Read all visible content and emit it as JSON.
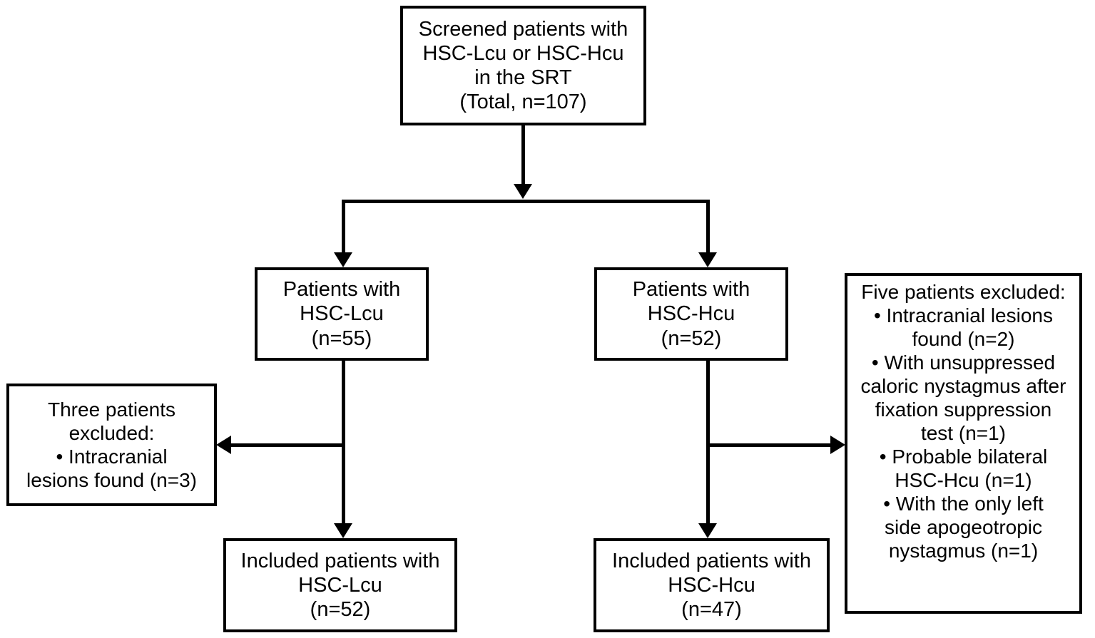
{
  "diagram": {
    "type": "flowchart",
    "title": "Patient screening and inclusion flow",
    "stroke_color": "#000000",
    "background_color": "#ffffff",
    "nodes": {
      "screened": {
        "text": "Screened patients with\nHSC-Lcu or HSC-Hcu\nin the SRT\n(Total, n=107)"
      },
      "lcu": {
        "text": "Patients with\nHSC-Lcu\n(n=55)"
      },
      "hcu": {
        "text": "Patients with\nHSC-Hcu\n(n=52)"
      },
      "excluded_left": {
        "text": "Three patients\nexcluded:\n• Intracranial\nlesions found (n=3)"
      },
      "excluded_right": {
        "text": "Five patients excluded:\n• Intracranial lesions\nfound (n=2)\n• With unsuppressed\ncaloric nystagmus after\nfixation suppression\ntest (n=1)\n• Probable bilateral\nHSC-Hcu (n=1)\n•  With the only left\nside apogeotropic\nnystagmus  (n=1)"
      },
      "included_lcu": {
        "text": "Included patients with\nHSC-Lcu\n(n=52)"
      },
      "included_hcu": {
        "text": "Included patients with\nHSC-Hcu\n(n=47)"
      }
    },
    "counts": {
      "total_screened": 107,
      "hsc_lcu_screened": 55,
      "hsc_hcu_screened": 52,
      "hsc_lcu_excluded": 3,
      "hsc_hcu_excluded": 5,
      "hsc_lcu_included": 52,
      "hsc_hcu_included": 47
    },
    "edges": [
      {
        "from": "screened",
        "to": "split",
        "direction": "down"
      },
      {
        "from": "split",
        "to": "lcu",
        "direction": "down"
      },
      {
        "from": "split",
        "to": "hcu",
        "direction": "down"
      },
      {
        "from": "lcu",
        "to": "excluded_left",
        "direction": "left"
      },
      {
        "from": "lcu",
        "to": "included_lcu",
        "direction": "down"
      },
      {
        "from": "hcu",
        "to": "excluded_right",
        "direction": "right"
      },
      {
        "from": "hcu",
        "to": "included_hcu",
        "direction": "down"
      }
    ]
  }
}
